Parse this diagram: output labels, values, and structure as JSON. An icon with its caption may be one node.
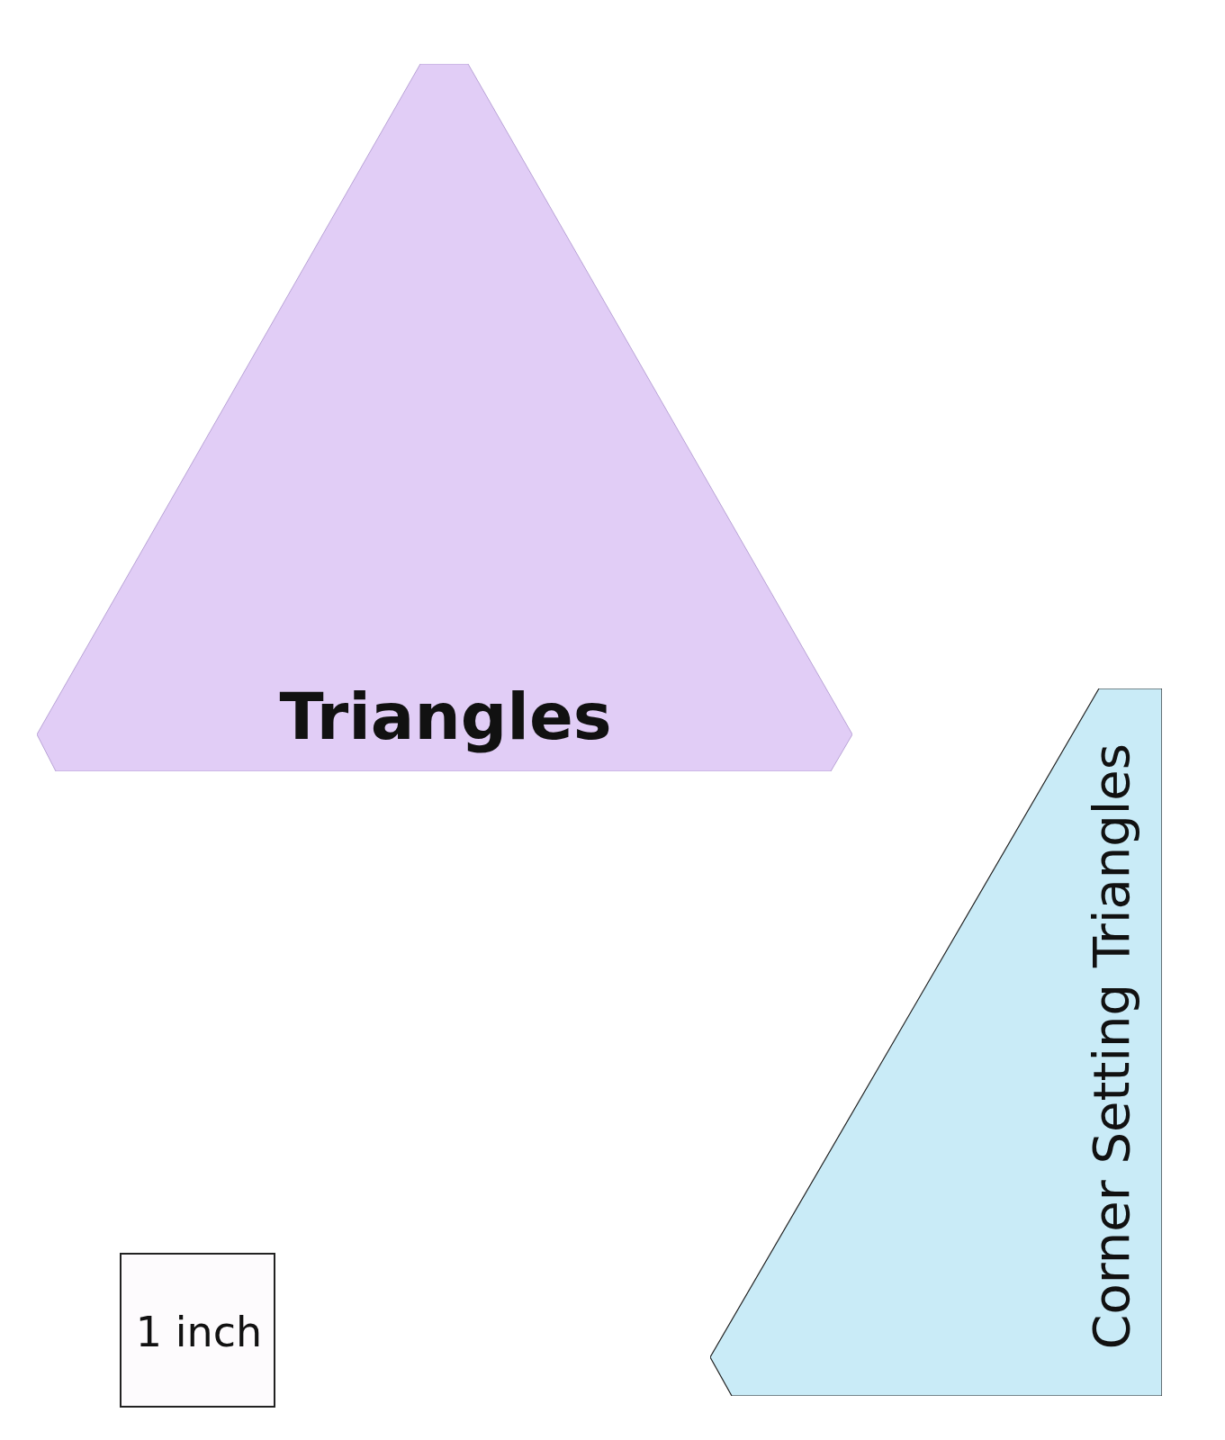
{
  "diagram": {
    "nodes": [
      {
        "text": [
          "Triangles"
        ]
      },
      {
        "text": [
          "Corner Setting Triangles"
        ]
      },
      {
        "text": [
          "1 inch"
        ]
      }
    ]
  }
}
